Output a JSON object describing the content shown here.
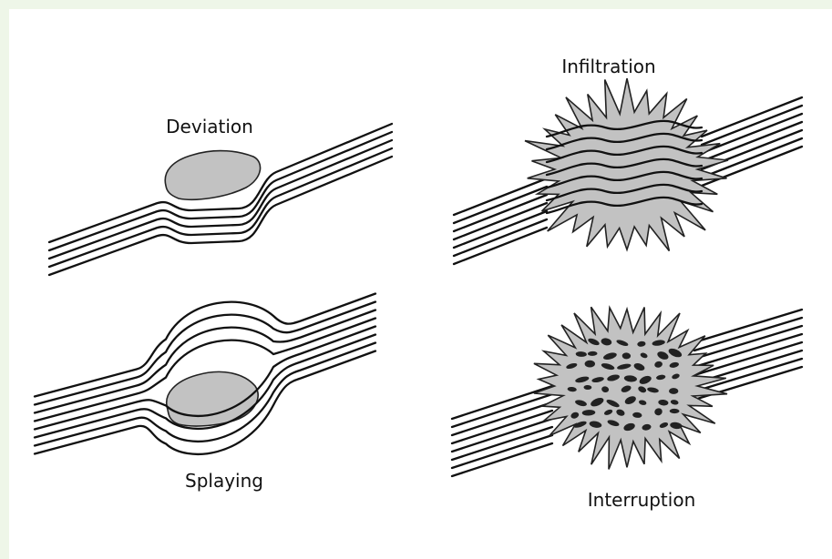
{
  "figure": {
    "panels": [
      {
        "id": "deviation",
        "label": "Deviation"
      },
      {
        "id": "infiltration",
        "label": "Infiltration"
      },
      {
        "id": "splaying",
        "label": "Splaying"
      },
      {
        "id": "interruption",
        "label": "Interruption"
      }
    ]
  },
  "colors": {
    "background": "#eef6e8",
    "fiber": "#111111",
    "mass_fill": "#c2c2c2",
    "debris": "#222222"
  }
}
